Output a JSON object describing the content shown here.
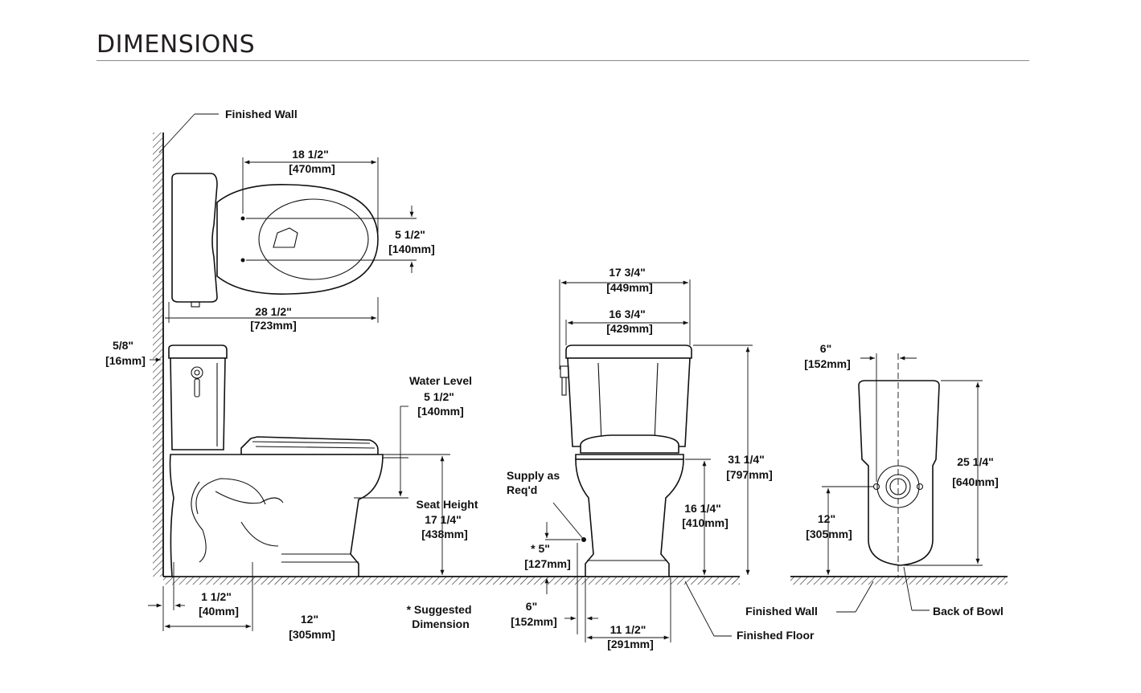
{
  "header": {
    "title": "DIMENSIONS"
  },
  "top_view": {
    "finished_wall": "Finished Wall",
    "bolt_span": {
      "in": "18 1/2\"",
      "mm": "[470mm]"
    },
    "bolt_spacing": {
      "in": "5 1/2\"",
      "mm": "[140mm]"
    },
    "overall_depth": {
      "in": "28 1/2\"",
      "mm": "[723mm]"
    }
  },
  "side_view": {
    "wall_gap": {
      "in": "5/8\"",
      "mm": "[16mm]"
    },
    "water_level": {
      "label": "Water Level",
      "in": "5 1/2\"",
      "mm": "[140mm]"
    },
    "seat_height": {
      "label": "Seat Height",
      "in": "17 1/4\"",
      "mm": "[438mm]"
    },
    "flange_offset": {
      "in": "1 1/2\"",
      "mm": "[40mm]"
    },
    "rough_in": {
      "in": "12\"",
      "mm": "[305mm]"
    },
    "note": "* Suggested Dimension"
  },
  "front_view": {
    "tank_width": {
      "in": "17 3/4\"",
      "mm": "[449mm]"
    },
    "lid_width": {
      "in": "16 3/4\"",
      "mm": "[429mm]"
    },
    "overall_height": {
      "in": "31 1/4\"",
      "mm": "[797mm]"
    },
    "rim_height": {
      "in": "16 1/4\"",
      "mm": "[410mm]"
    },
    "supply": {
      "label": "Supply as Req'd",
      "height_in": "* 5\"",
      "height_mm": "[127mm]",
      "offset_in": "6\"",
      "offset_mm": "[152mm]"
    },
    "base_width": {
      "in": "11 1/2\"",
      "mm": "[291mm]"
    },
    "finished_floor": "Finished Floor"
  },
  "back_view": {
    "supply_offset": {
      "in": "6\"",
      "mm": "[152mm]"
    },
    "height": {
      "in": "25 1/4\"",
      "mm": "[640mm]"
    },
    "supply_height": {
      "in": "12\"",
      "mm": "[305mm]"
    },
    "finished_wall": "Finished Wall",
    "back_of_bowl": "Back of Bowl"
  }
}
